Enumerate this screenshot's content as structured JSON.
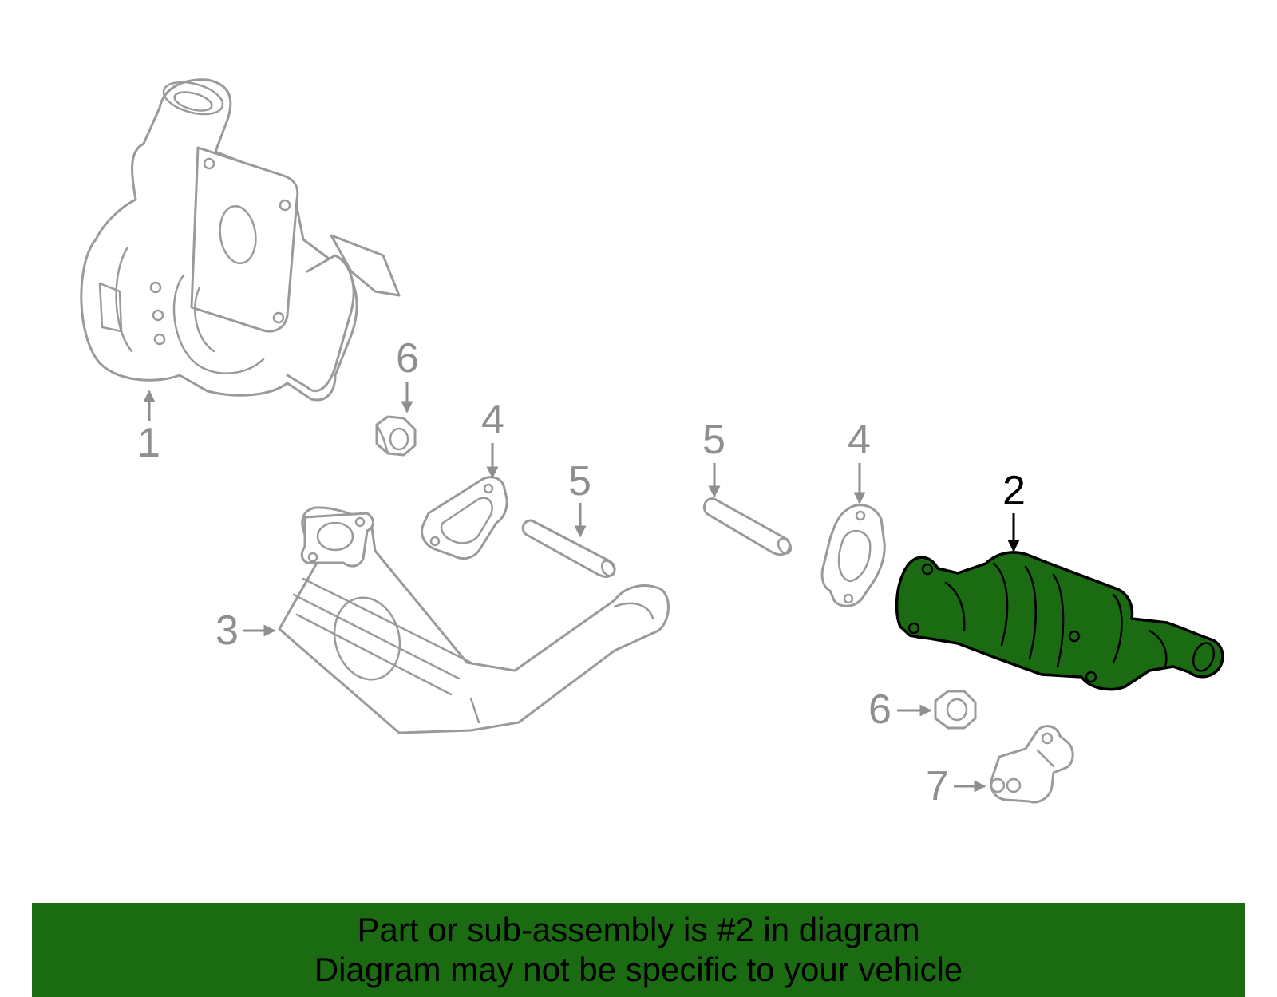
{
  "callouts": {
    "turbo": "1",
    "converter": "2",
    "egr_cooler": "3",
    "gasket_left": "4",
    "gasket_right": "4",
    "stud_left": "5",
    "stud_right": "5",
    "nut_top": "6",
    "nut_bottom": "6",
    "bracket": "7"
  },
  "highlight": {
    "part_number": "2",
    "color": "#1b6b12"
  },
  "footer": {
    "line1": "Part or sub-assembly is #2 in diagram",
    "line2": "Diagram may not be specific to your vehicle",
    "background": "#1b6b12"
  }
}
